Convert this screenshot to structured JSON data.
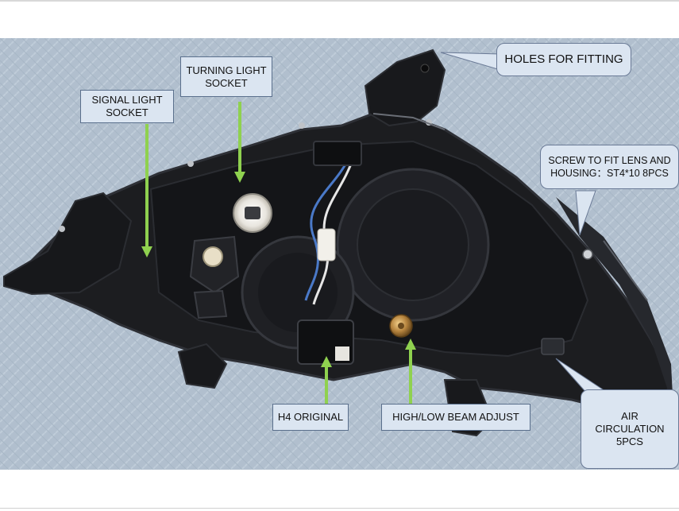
{
  "labels": {
    "signal_light_socket": "SIGNAL LIGHT\nSOCKET",
    "turning_light_socket": "TURNING LIGHT\nSOCKET",
    "holes_for_fitting": "HOLES FOR FITTING",
    "screw_to_fit": "SCREW TO FIT LENS AND\nHOUSING：ST4*10  8PCS",
    "h4_original": "H4 ORIGINAL",
    "high_low_beam_adjust": "HIGH/LOW BEAM ADJUST",
    "air_circulation": "AIR\nCIRCULATION\n5PCS"
  },
  "colors": {
    "label_fill": "#dbe5f1",
    "arrow": "#8fd14f",
    "housing": "#1c1d20",
    "background_fabric": "#aebccb"
  }
}
